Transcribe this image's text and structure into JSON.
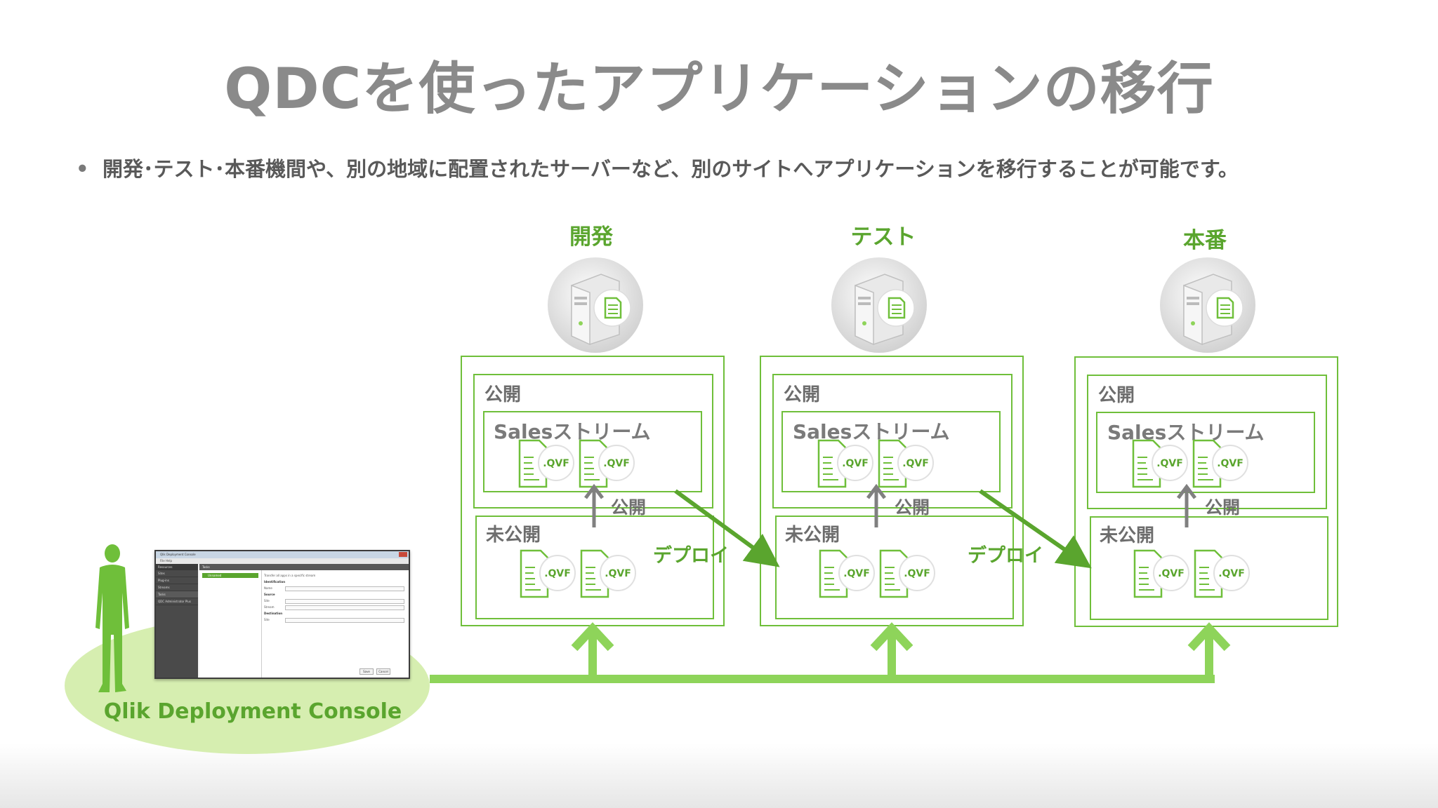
{
  "title": "QDCを使ったアプリケーションの移行",
  "bullet": {
    "marker": "•",
    "text": "開発･テスト･本番機間や、別の地域に配置されたサーバーなど、別のサイトへアプリケーションを移行することが可能です。"
  },
  "environments": [
    {
      "label": "開発",
      "public_label": "公開",
      "stream_label": "Salesストリーム",
      "unpublished_label": "未公開",
      "publish_label": "公開"
    },
    {
      "label": "テスト",
      "public_label": "公開",
      "stream_label": "Salesストリーム",
      "unpublished_label": "未公開",
      "publish_label": "公開"
    },
    {
      "label": "本番",
      "public_label": "公開",
      "stream_label": "Salesストリーム",
      "unpublished_label": "未公開",
      "publish_label": "公開"
    }
  ],
  "qvf_label": ".QVF",
  "deploy_labels": [
    "デプロイ",
    "デプロイ"
  ],
  "console": {
    "label": "Qlik Deployment Console",
    "window": {
      "title": "Qlik Deployment Console",
      "menu": "File   Help",
      "nav_header": "Resources",
      "nav_items": [
        "Sites",
        "Plug-ins",
        "Streams",
        "Tasks",
        "QDC Administrator Plus"
      ],
      "panel_header": "Tasks",
      "selected_task": "Unnamed",
      "description": "Transfer all apps in a specific stream",
      "section_identification": "Identification",
      "field_name": "Name",
      "section_source": "Source",
      "field_site": "Site",
      "field_stream": "Stream",
      "section_destination": "Destination",
      "field_dest_site": "Site",
      "btn_save": "Save",
      "btn_cancel": "Cancel"
    }
  },
  "colors": {
    "title": "#8a8a8a",
    "green_dark": "#5aa52e",
    "green_border": "#6fbf3a",
    "green_light": "#8ed45a",
    "gray_text": "#6d6d6d",
    "ellipse": "#d6eeb0"
  },
  "icons": [
    "server-icon",
    "document-icon",
    "qvf-file-icon",
    "person-silhouette-icon",
    "arrow-up-icon",
    "arrow-diagonal-icon"
  ]
}
